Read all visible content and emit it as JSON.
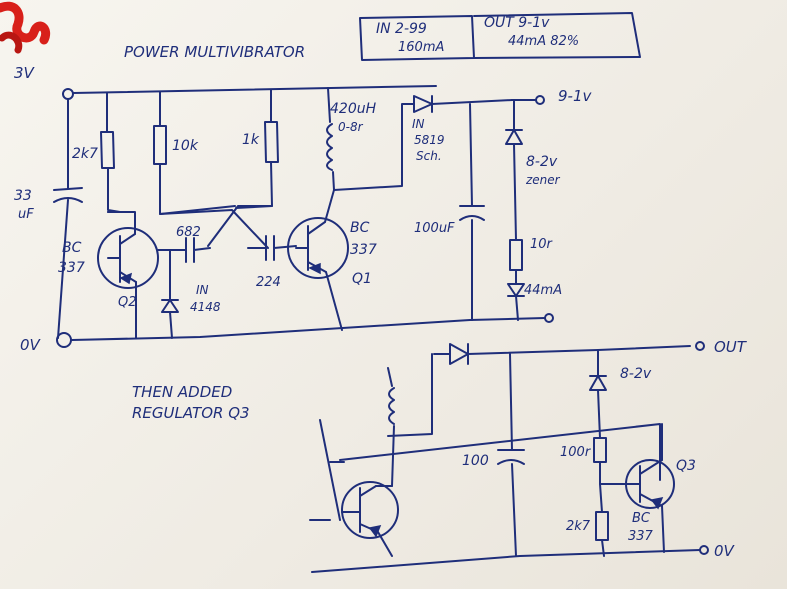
{
  "title": "POWER MULTIVIBRATOR",
  "spec_box": {
    "in_line1": "IN 2-99",
    "in_line2": "160mA",
    "out_line1": "OUT 9-1v",
    "out_line2": "44mA 82%"
  },
  "top_circuit": {
    "supply_in": "3V",
    "ground_in": "0V",
    "output": "9-1v",
    "cap_input": [
      "33",
      "uF"
    ],
    "r1": "2k7",
    "r2": "10k",
    "r3": "1k",
    "inductor": [
      "420uH",
      "0-8r"
    ],
    "diode_sch": [
      "IN",
      "5819",
      "Sch."
    ],
    "zener": [
      "8-2v",
      "zener"
    ],
    "cap_out": "100uF",
    "r_led": "10r",
    "led_current": "44mA",
    "cap_682": "682",
    "cap_224": "224",
    "q2_type": [
      "BC",
      "337"
    ],
    "q2_label": "Q2",
    "q1_type": [
      "BC",
      "337"
    ],
    "q1_label": "Q1",
    "diode_q2": [
      "IN",
      "4148"
    ]
  },
  "note": [
    "THEN ADDED",
    "REGULATOR Q3"
  ],
  "bottom_circuit": {
    "out": "OUT",
    "ground": "0V",
    "zener": "8-2v",
    "cap": "100",
    "r1": "100r",
    "r2": "2k7",
    "q3_label": "Q3",
    "q3_type": [
      "BC",
      "337"
    ]
  },
  "colors": {
    "ink": "#1f2e7a",
    "paper": "#f4f1ea",
    "cord": "#d8201a"
  }
}
